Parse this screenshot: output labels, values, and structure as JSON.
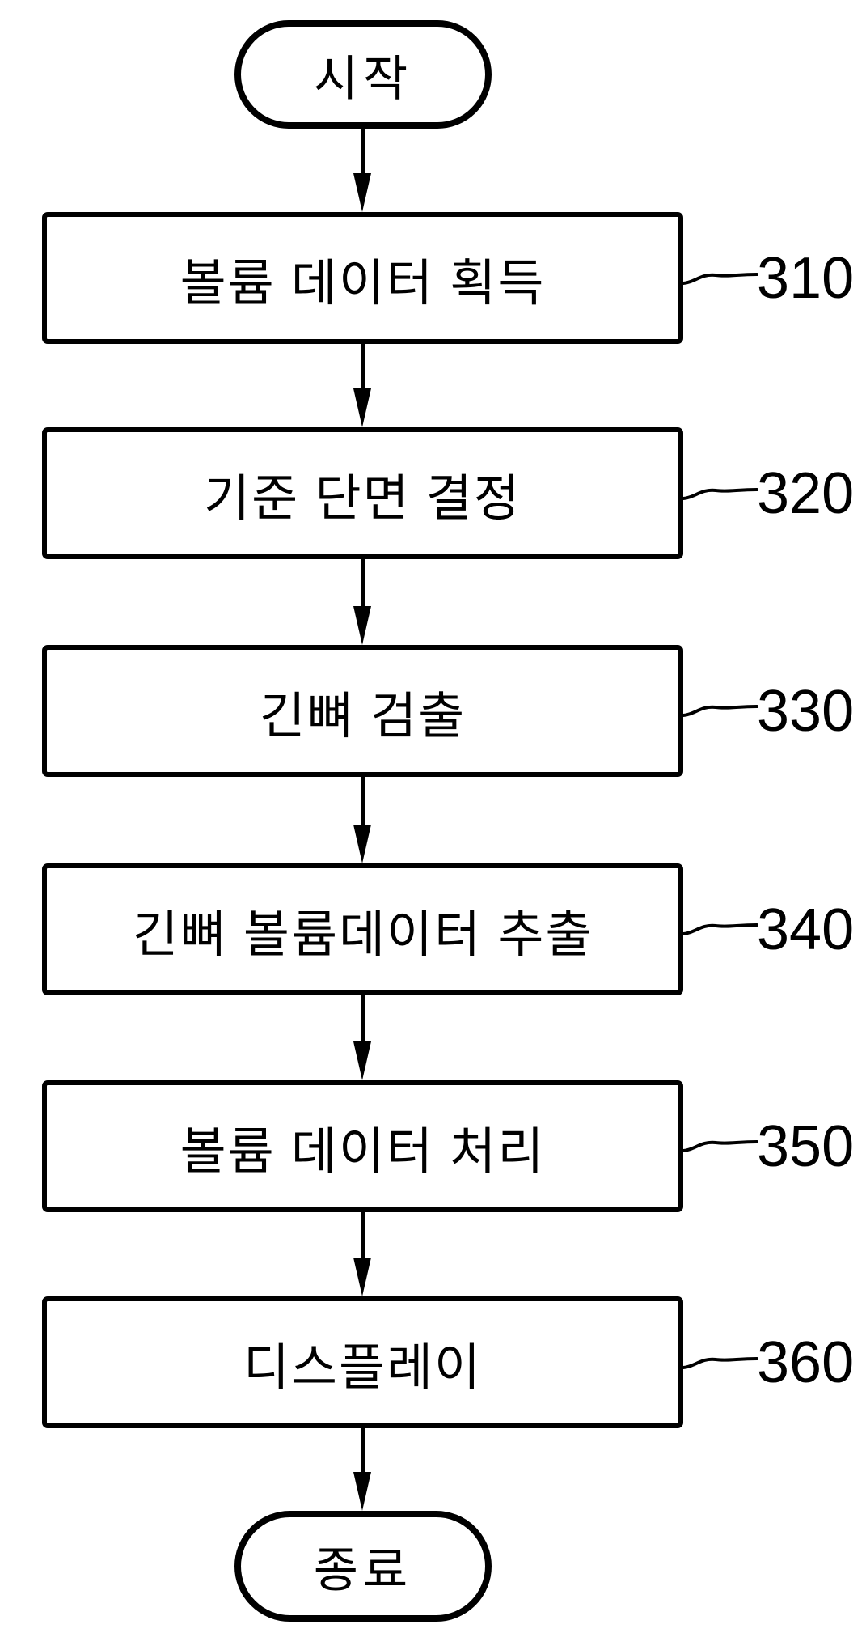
{
  "figure": {
    "type": "flowchart",
    "start_label": "시작",
    "end_label": "종료",
    "steps": [
      {
        "label": "볼륨 데이터 획득",
        "ref": "310"
      },
      {
        "label": "기준 단면 결정",
        "ref": "320"
      },
      {
        "label": "긴뼈 검출",
        "ref": "330"
      },
      {
        "label": "긴뼈 볼륨데이터 추출",
        "ref": "340"
      },
      {
        "label": "볼륨 데이터 처리",
        "ref": "350"
      },
      {
        "label": "디스플레이",
        "ref": "360"
      }
    ],
    "colors": {
      "ink": "#000000",
      "background": "#ffffff"
    }
  }
}
